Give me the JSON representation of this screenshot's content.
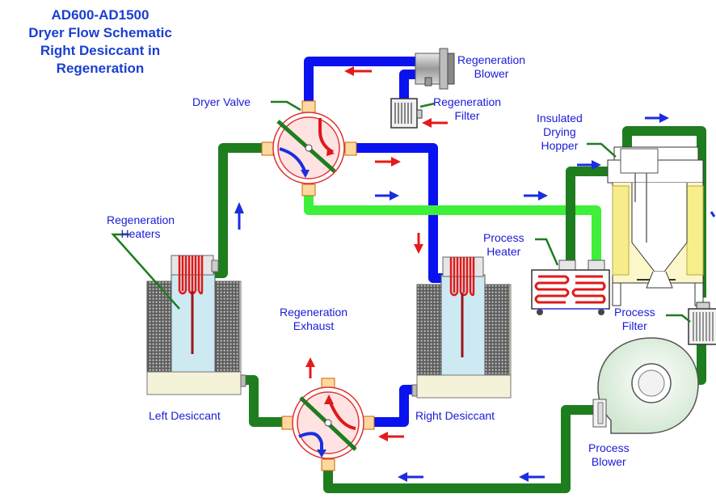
{
  "title": {
    "line1": "AD600-AD1500",
    "line2": "Dryer Flow Schematic",
    "line3": "Right Desiccant in",
    "line4": "Regeneration"
  },
  "labels": {
    "regeneration_blower": [
      "Regeneration",
      "Blower"
    ],
    "regeneration_filter": [
      "Regeneration",
      "Filter"
    ],
    "dryer_valve": "Dryer Valve",
    "insulated_drying_hopper": [
      "Insulated",
      "Drying",
      "Hopper"
    ],
    "regeneration_heaters": [
      "Regeneration",
      "Heaters"
    ],
    "process_heater": [
      "Process",
      "Heater"
    ],
    "regeneration_exhaust": [
      "Regeneration",
      "Exhaust"
    ],
    "process_filter": [
      "Process",
      "Filter"
    ],
    "left_desiccant": "Left Desiccant",
    "right_desiccant": "Right Desiccant",
    "process_blower": [
      "Process",
      "Blower"
    ]
  },
  "colors": {
    "regeneration_line": "#0a12f0",
    "dry_process_line": "#3ef03a",
    "return_process_line": "#1e7d1e",
    "heater_red": "#e01818",
    "label_text": "#1a1ad8",
    "arrow_red": "#e51a1a",
    "arrow_blue": "#1a2ee0"
  }
}
